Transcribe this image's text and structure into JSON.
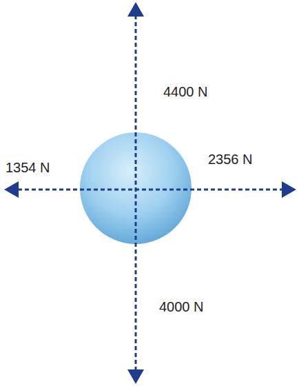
{
  "diagram": {
    "labels": [
      "4400 N",
      "1354 N",
      "2356 N",
      "4000 N"
    ]
  }
}
